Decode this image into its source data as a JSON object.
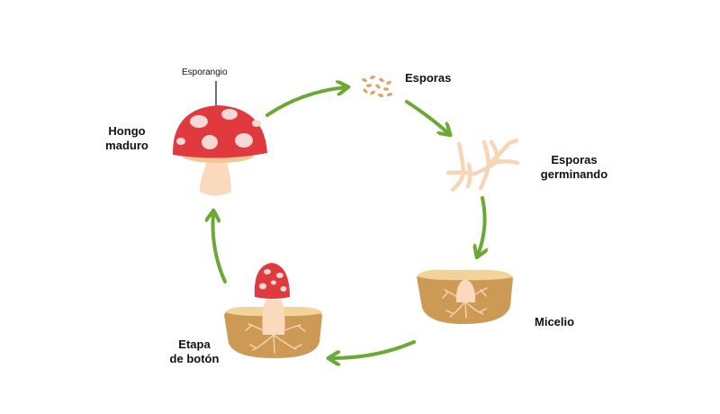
{
  "colors": {
    "arrow": "#6aaa33",
    "cap": "#e03a3e",
    "spot": "#f6d9d6",
    "stem": "#fbd9bd",
    "soil": "#cc9a55",
    "soil_top": "#f2d49a",
    "spore": "#d9a671",
    "hyphae": "#f6d6b5"
  },
  "labels": {
    "sporangium": "Esporangio",
    "mature_line1": "Hongo",
    "mature_line2": "maduro",
    "spores": "Esporas",
    "germinating_line1": "Esporas",
    "germinating_line2": "germinando",
    "mycelium": "Micelio",
    "button_line1": "Etapa",
    "button_line2": "de botón"
  }
}
